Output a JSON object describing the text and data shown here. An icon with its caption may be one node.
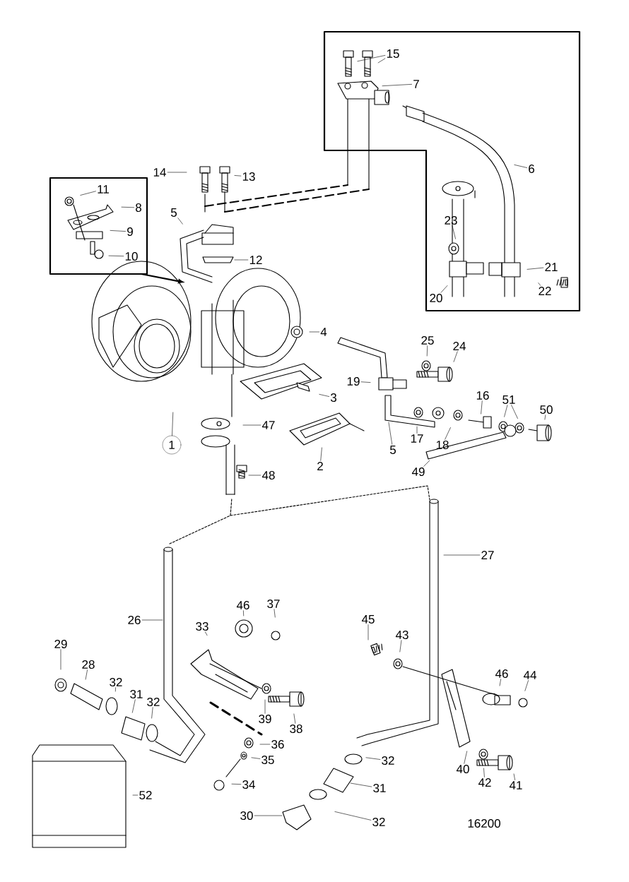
{
  "diagram": {
    "nodes": [
      {
        "text": [
          "15"
        ]
      },
      {
        "text": [
          "7"
        ]
      },
      {
        "text": [
          "6"
        ]
      },
      {
        "text": [
          "23"
        ]
      },
      {
        "text": [
          "21"
        ]
      },
      {
        "text": [
          "20"
        ]
      },
      {
        "text": [
          "22"
        ]
      },
      {
        "text": [
          "14"
        ]
      },
      {
        "text": [
          "13"
        ]
      },
      {
        "text": [
          "11"
        ]
      },
      {
        "text": [
          "8"
        ]
      },
      {
        "text": [
          "9"
        ]
      },
      {
        "text": [
          "10"
        ]
      },
      {
        "text": [
          "5"
        ]
      },
      {
        "text": [
          "12"
        ]
      },
      {
        "text": [
          "4"
        ]
      },
      {
        "text": [
          "3"
        ]
      },
      {
        "text": [
          "47"
        ]
      },
      {
        "text": [
          "2"
        ]
      },
      {
        "text": [
          "48"
        ]
      },
      {
        "text": [
          "1"
        ]
      },
      {
        "text": [
          "19"
        ]
      },
      {
        "text": [
          "25"
        ]
      },
      {
        "text": [
          "24"
        ]
      },
      {
        "text": [
          "16"
        ]
      },
      {
        "text": [
          "17"
        ]
      },
      {
        "text": [
          "18"
        ]
      },
      {
        "text": [
          "5"
        ]
      },
      {
        "text": [
          "51"
        ]
      },
      {
        "text": [
          "50"
        ]
      },
      {
        "text": [
          "49"
        ]
      },
      {
        "text": [
          "27"
        ]
      },
      {
        "text": [
          "26"
        ]
      },
      {
        "text": [
          "33"
        ]
      },
      {
        "text": [
          "46"
        ]
      },
      {
        "text": [
          "37"
        ]
      },
      {
        "text": [
          "45"
        ]
      },
      {
        "text": [
          "43"
        ]
      },
      {
        "text": [
          "29"
        ]
      },
      {
        "text": [
          "28"
        ]
      },
      {
        "text": [
          "32"
        ]
      },
      {
        "text": [
          "31"
        ]
      },
      {
        "text": [
          "32"
        ]
      },
      {
        "text": [
          "46"
        ]
      },
      {
        "text": [
          "44"
        ]
      },
      {
        "text": [
          "39"
        ]
      },
      {
        "text": [
          "38"
        ]
      },
      {
        "text": [
          "36"
        ]
      },
      {
        "text": [
          "35"
        ]
      },
      {
        "text": [
          "34"
        ]
      },
      {
        "text": [
          "32"
        ]
      },
      {
        "text": [
          "31"
        ]
      },
      {
        "text": [
          "32"
        ]
      },
      {
        "text": [
          "30"
        ]
      },
      {
        "text": [
          "40"
        ]
      },
      {
        "text": [
          "42"
        ]
      },
      {
        "text": [
          "41"
        ]
      },
      {
        "text": [
          "52"
        ]
      }
    ],
    "edges": [
      {
        "from": 0,
        "to": null,
        "arrow": "none"
      },
      {
        "from": 0,
        "to": null,
        "arrow": "none"
      },
      {
        "from": 1,
        "to": null,
        "arrow": "none"
      },
      {
        "from": 2,
        "to": null,
        "arrow": "none"
      },
      {
        "from": 3,
        "to": null,
        "arrow": "none"
      },
      {
        "from": 4,
        "to": null,
        "arrow": "none"
      },
      {
        "from": 5,
        "to": null,
        "arrow": "none"
      },
      {
        "from": 6,
        "to": null,
        "arrow": "none"
      },
      {
        "from": 7,
        "to": null,
        "arrow": "none"
      },
      {
        "from": 8,
        "to": null,
        "arrow": "none"
      },
      {
        "from": 9,
        "to": null,
        "arrow": "none"
      },
      {
        "from": 10,
        "to": null,
        "arrow": "none"
      },
      {
        "from": 11,
        "to": null,
        "arrow": "none"
      },
      {
        "from": 12,
        "to": null,
        "arrow": "none"
      },
      {
        "from": 13,
        "to": null,
        "arrow": "none"
      },
      {
        "from": 14,
        "to": null,
        "arrow": "none"
      },
      {
        "from": 15,
        "to": null,
        "arrow": "none"
      },
      {
        "from": 16,
        "to": null,
        "arrow": "none"
      },
      {
        "from": 17,
        "to": null,
        "arrow": "none"
      },
      {
        "from": 18,
        "to": null,
        "arrow": "none"
      },
      {
        "from": 19,
        "to": null,
        "arrow": "none"
      },
      {
        "from": 20,
        "to": null,
        "arrow": "none"
      },
      {
        "from": 21,
        "to": null,
        "arrow": "none"
      },
      {
        "from": 22,
        "to": null,
        "arrow": "none"
      },
      {
        "from": 23,
        "to": null,
        "arrow": "none"
      },
      {
        "from": 24,
        "to": null,
        "arrow": "none"
      },
      {
        "from": 25,
        "to": null,
        "arrow": "none"
      },
      {
        "from": 26,
        "to": null,
        "arrow": "none"
      },
      {
        "from": 27,
        "to": null,
        "arrow": "none"
      },
      {
        "from": 28,
        "to": null,
        "arrow": "none"
      },
      {
        "from": 28,
        "to": null,
        "arrow": "none"
      },
      {
        "from": 29,
        "to": null,
        "arrow": "none"
      },
      {
        "from": 30,
        "to": null,
        "arrow": "none"
      },
      {
        "from": 31,
        "to": null,
        "arrow": "none"
      },
      {
        "from": 32,
        "to": null,
        "arrow": "none"
      },
      {
        "from": 33,
        "to": null,
        "arrow": "none"
      },
      {
        "from": 34,
        "to": null,
        "arrow": "none"
      },
      {
        "from": 35,
        "to": null,
        "arrow": "none"
      },
      {
        "from": 36,
        "to": null,
        "arrow": "none"
      },
      {
        "from": 37,
        "to": null,
        "arrow": "none"
      },
      {
        "from": 38,
        "to": null,
        "arrow": "none"
      },
      {
        "from": 39,
        "to": null,
        "arrow": "none"
      },
      {
        "from": 40,
        "to": null,
        "arrow": "none"
      },
      {
        "from": 41,
        "to": null,
        "arrow": "none"
      },
      {
        "from": 42,
        "to": null,
        "arrow": "none"
      },
      {
        "from": 43,
        "to": null,
        "arrow": "none"
      },
      {
        "from": 44,
        "to": null,
        "arrow": "none"
      },
      {
        "from": 45,
        "to": null,
        "arrow": "none"
      },
      {
        "from": 46,
        "to": null,
        "arrow": "none"
      },
      {
        "from": 47,
        "to": null,
        "arrow": "none"
      },
      {
        "from": 48,
        "to": null,
        "arrow": "none"
      },
      {
        "from": 49,
        "to": null,
        "arrow": "none"
      },
      {
        "from": 50,
        "to": null,
        "arrow": "none"
      },
      {
        "from": 51,
        "to": null,
        "arrow": "none"
      },
      {
        "from": 52,
        "to": null,
        "arrow": "none"
      },
      {
        "from": 53,
        "to": null,
        "arrow": "none"
      },
      {
        "from": 54,
        "to": null,
        "arrow": "none"
      },
      {
        "from": 55,
        "to": null,
        "arrow": "none"
      },
      {
        "from": 56,
        "to": null,
        "arrow": "none"
      },
      {
        "from": 57,
        "to": null,
        "arrow": "none"
      }
    ],
    "labels": [
      "16200"
    ]
  }
}
